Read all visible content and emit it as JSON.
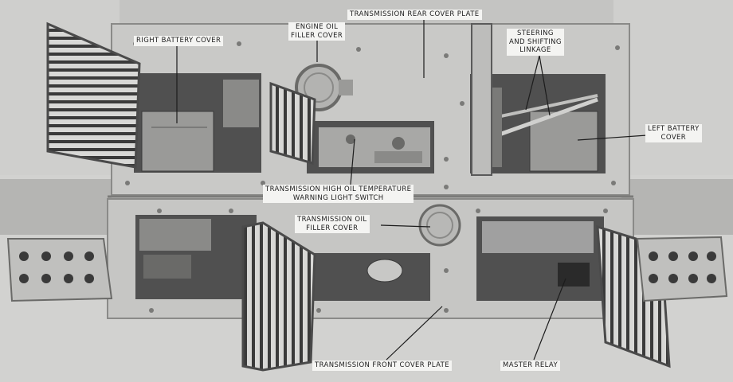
{
  "figure": {
    "colors": {
      "background": "#d2d2d0",
      "hull": "#b9b9b7",
      "plate": "#c9c9c7",
      "opening_interior": "#505050",
      "label_background": "#f4f4f2",
      "leader_line": "#1c1c1c"
    },
    "labels": {
      "transmission_rear_cover_plate": "TRANSMISSION REAR COVER PLATE",
      "engine_oil_filler_cover": [
        "ENGINE OIL",
        "FILLER COVER"
      ],
      "right_battery_cover": "RIGHT BATTERY COVER",
      "steering_shifting_linkage": [
        "STEERING",
        "AND SHIFTING",
        "LINKAGE"
      ],
      "left_battery_cover": [
        "LEFT BATTERY",
        "COVER"
      ],
      "transmission_oil_temp_switch": [
        "TRANSMISSION HIGH OIL TEMPERATURE",
        "WARNING LIGHT SWITCH"
      ],
      "transmission_oil_filler_cover": [
        "TRANSMISSION OIL",
        "FILLER COVER"
      ],
      "transmission_front_cover_plate": "TRANSMISSION FRONT COVER PLATE",
      "master_relay": "MASTER RELAY"
    }
  }
}
